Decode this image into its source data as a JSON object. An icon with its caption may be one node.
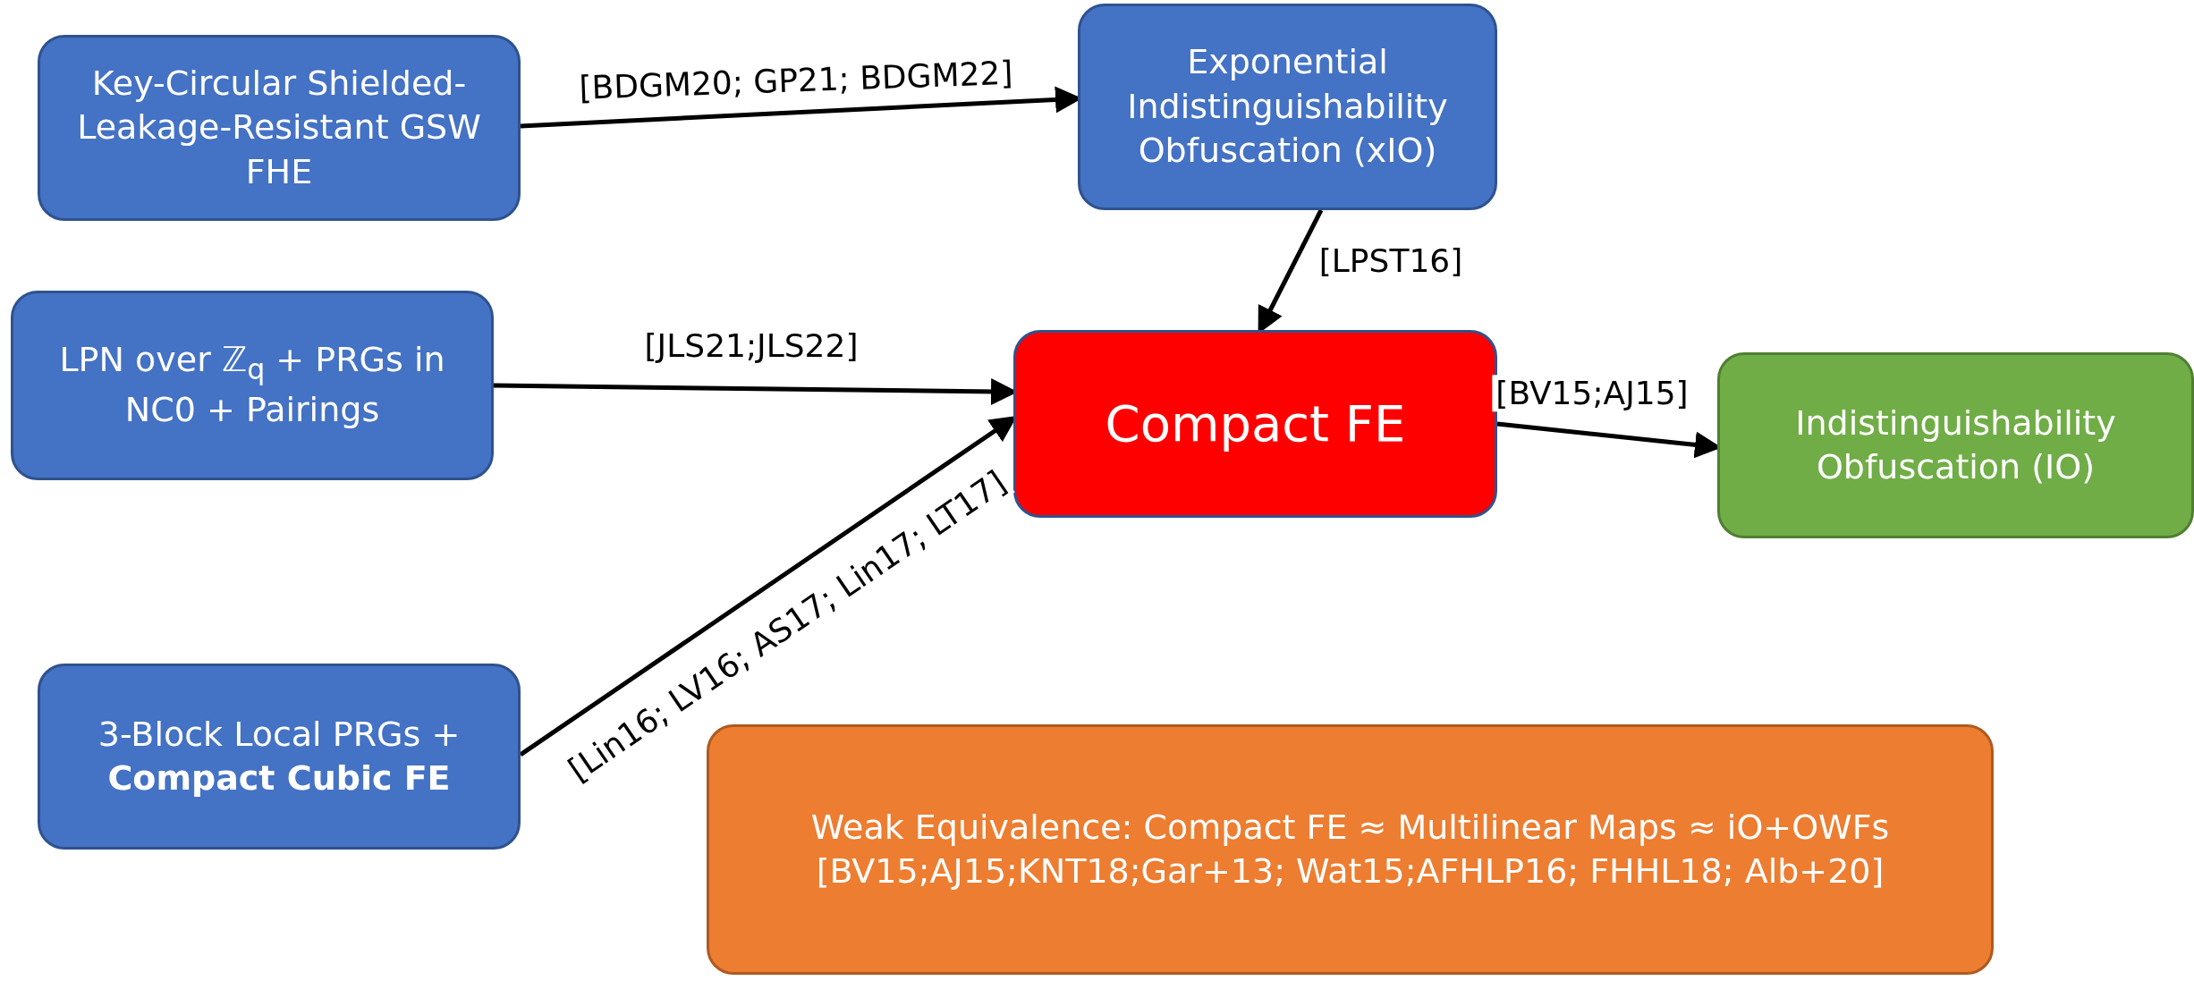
{
  "diagram": {
    "nodes": [
      {
        "text": [
          "Key-Circular Shielded-Leakage-Resistant GSW FHE"
        ]
      },
      {
        "text": [
          "Exponential Indistinguishability Obfuscation (xIO)"
        ]
      },
      {
        "text": [
          "LPN over ℤ$_{q}$ + PRGs in NC0 + Pairings"
        ]
      },
      {
        "text": [
          "Compact FE"
        ]
      },
      {
        "text": [
          "Indistinguishability Obfuscation (IO)"
        ]
      },
      {
        "text": [
          "3-Block Local PRGs + **Compact Cubic FE**"
        ]
      },
      {
        "text": [
          "Weak Equivalence: Compact FE ≈ Multilinear Maps ≈ iO+OWFs [BV15;AJ15;KNT18;Gar+13; Wat15;AFHLP16; FHHL18; Alb+20]"
        ]
      }
    ],
    "edges": [
      {
        "from": 0,
        "to": 1,
        "arrow": "to",
        "label": "[BDGM20; GP21; BDGM22]"
      },
      {
        "from": 1,
        "to": 3,
        "arrow": "to",
        "label": "[LPST16]"
      },
      {
        "from": 2,
        "to": 3,
        "arrow": "to",
        "label": "[JLS21;JLS22]"
      },
      {
        "from": 5,
        "to": 3,
        "arrow": "to",
        "label": "[Lin16; LV16; AS17; Lin17; LT17]"
      },
      {
        "from": 3,
        "to": 4,
        "arrow": "to",
        "label": "[BV15;AJ15]"
      }
    ]
  }
}
